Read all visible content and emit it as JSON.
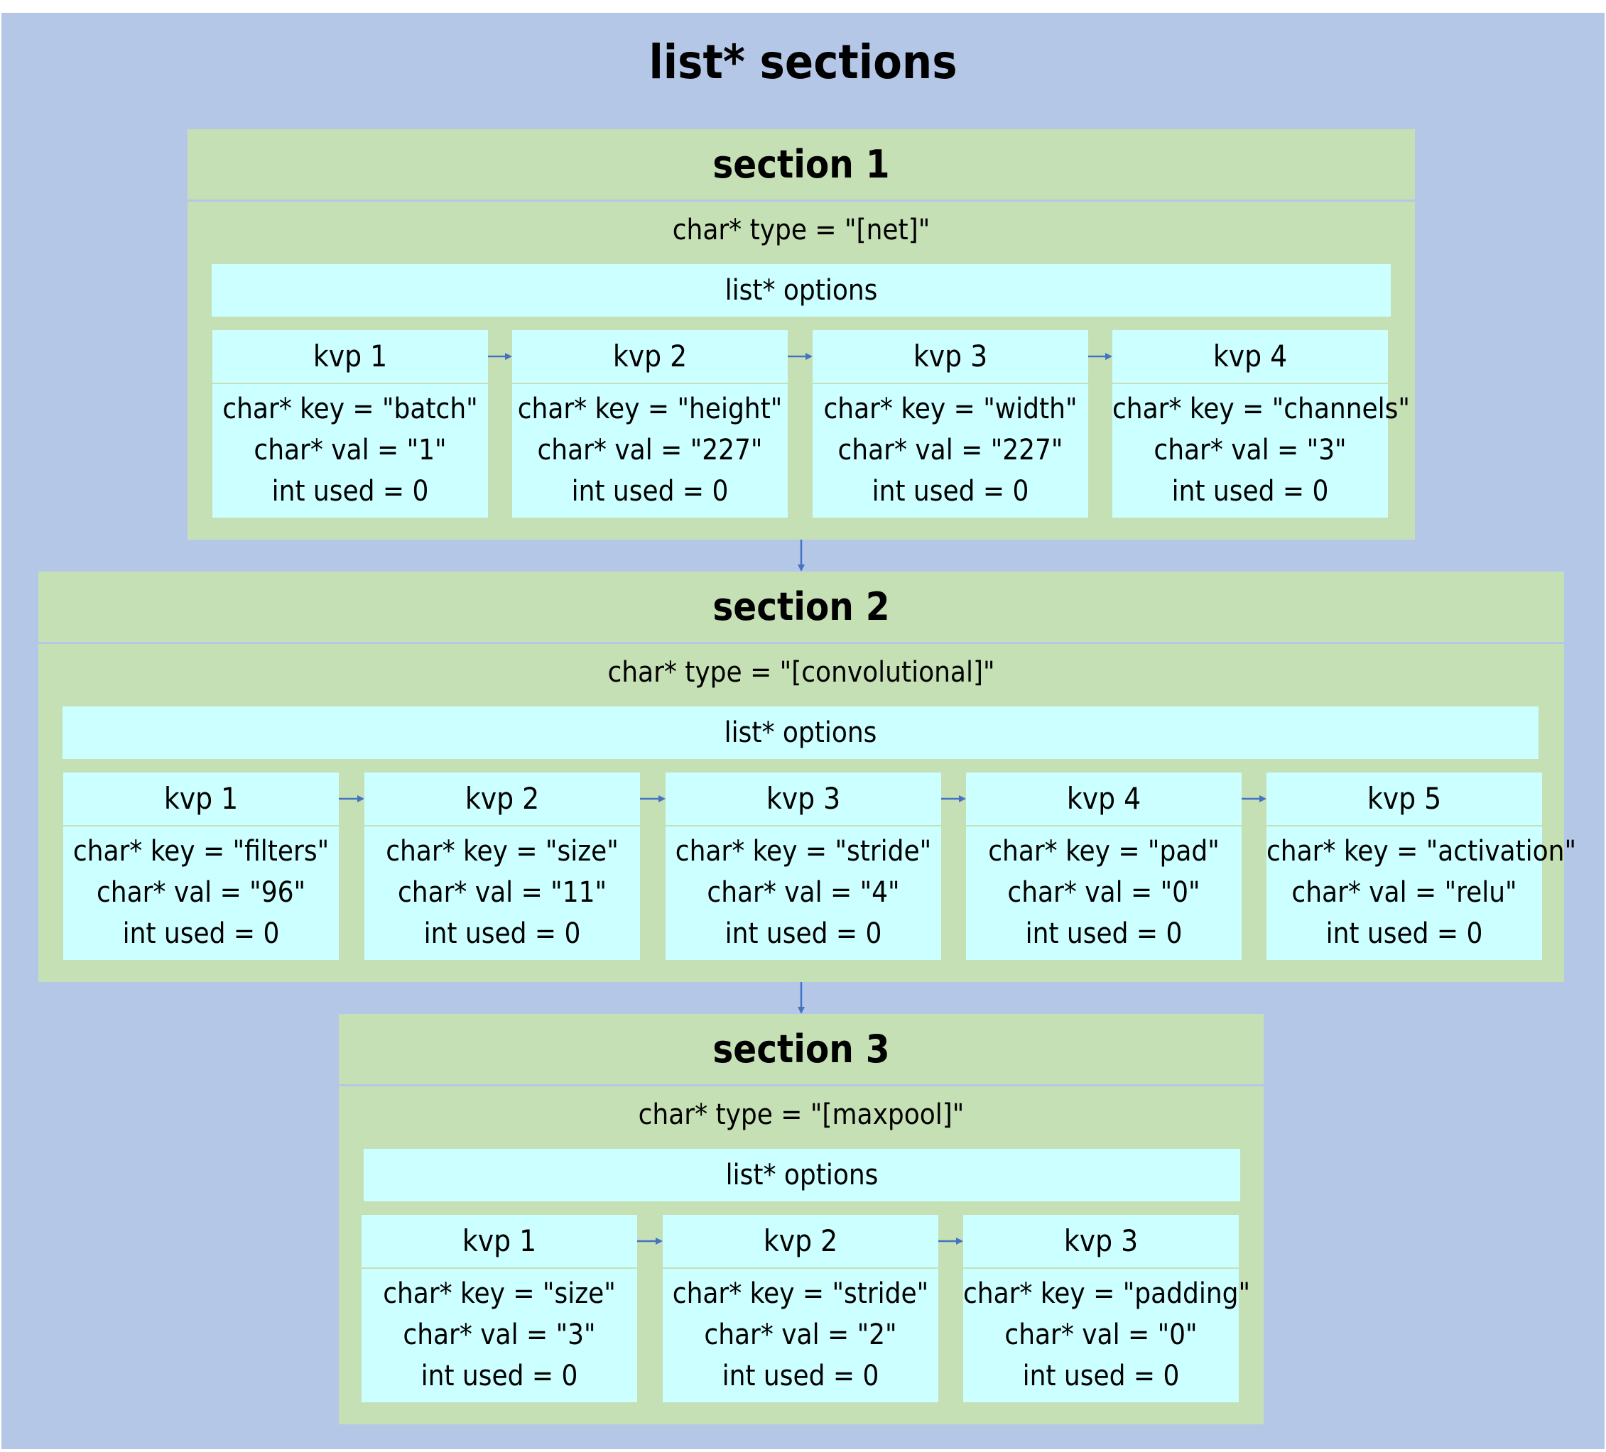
{
  "title": "list* sections",
  "colors": {
    "background": "#b5c7e7",
    "section": "#c5e0b4",
    "box": "#ccffff",
    "arrow": "#4472c4"
  },
  "sections": [
    {
      "label": "section 1",
      "type": "char* type = \"[net]\"",
      "options": "list* options",
      "kvps": [
        {
          "label": "kvp 1",
          "key": "char* key = \"batch\"",
          "val": "char* val = \"1\"",
          "used": "int used = 0"
        },
        {
          "label": "kvp 2",
          "key": "char* key = \"height\"",
          "val": "char* val = \"227\"",
          "used": "int used = 0"
        },
        {
          "label": "kvp 3",
          "key": "char* key = \"width\"",
          "val": "char* val = \"227\"",
          "used": "int used = 0"
        },
        {
          "label": "kvp 4",
          "key": "char* key = \"channels\"",
          "val": "char* val = \"3\"",
          "used": "int used = 0"
        }
      ]
    },
    {
      "label": "section 2",
      "type": "char* type = \"[convolutional]\"",
      "options": "list* options",
      "kvps": [
        {
          "label": "kvp 1",
          "key": "char* key = \"filters\"",
          "val": "char* val = \"96\"",
          "used": "int used = 0"
        },
        {
          "label": "kvp 2",
          "key": "char* key = \"size\"",
          "val": "char* val = \"11\"",
          "used": "int used = 0"
        },
        {
          "label": "kvp 3",
          "key": "char* key = \"stride\"",
          "val": "char* val = \"4\"",
          "used": "int used = 0"
        },
        {
          "label": "kvp 4",
          "key": "char* key = \"pad\"",
          "val": "char* val = \"0\"",
          "used": "int used = 0"
        },
        {
          "label": "kvp 5",
          "key": "char* key = \"activation\"",
          "val": "char* val = \"relu\"",
          "used": "int used = 0"
        }
      ]
    },
    {
      "label": "section 3",
      "type": "char* type = \"[maxpool]\"",
      "options": "list* options",
      "kvps": [
        {
          "label": "kvp 1",
          "key": "char* key = \"size\"",
          "val": "char* val = \"3\"",
          "used": "int used = 0"
        },
        {
          "label": "kvp 2",
          "key": "char* key = \"stride\"",
          "val": "char* val = \"2\"",
          "used": "int used = 0"
        },
        {
          "label": "kvp 3",
          "key": "char* key = \"padding\"",
          "val": "char* val = \"0\"",
          "used": "int used = 0"
        }
      ]
    }
  ]
}
